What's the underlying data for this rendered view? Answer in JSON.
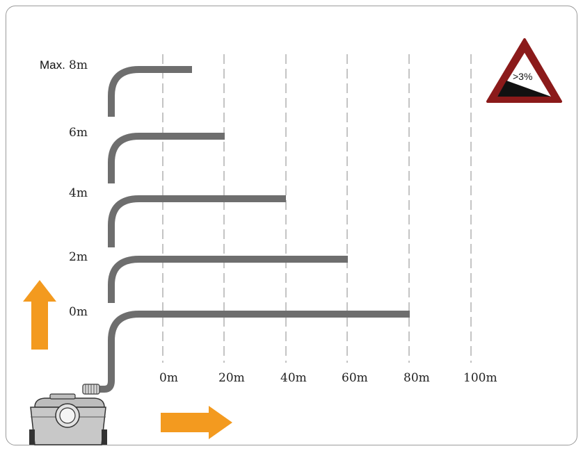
{
  "height_labels": {
    "max_prefix": "Max.",
    "max": "8m",
    "h6": "6m",
    "h4": "4m",
    "h2": "2m",
    "h0": "0m"
  },
  "distance_labels": [
    "0m",
    "20m",
    "40m",
    "60m",
    "80m",
    "100m"
  ],
  "slope_sign": {
    "text": ">3%"
  },
  "colors": {
    "pipe": "#6e6e6e",
    "grid": "#9c9c9c",
    "arrow": "#f39a1f",
    "sign_border": "#8b1a1a",
    "pump_body": "#c8c8c8"
  },
  "icons": {
    "up_arrow": "up-arrow-icon",
    "right_arrow": "right-arrow-icon",
    "slope_sign": "warning-triangle-icon",
    "pump": "macerator-pump-icon"
  }
}
